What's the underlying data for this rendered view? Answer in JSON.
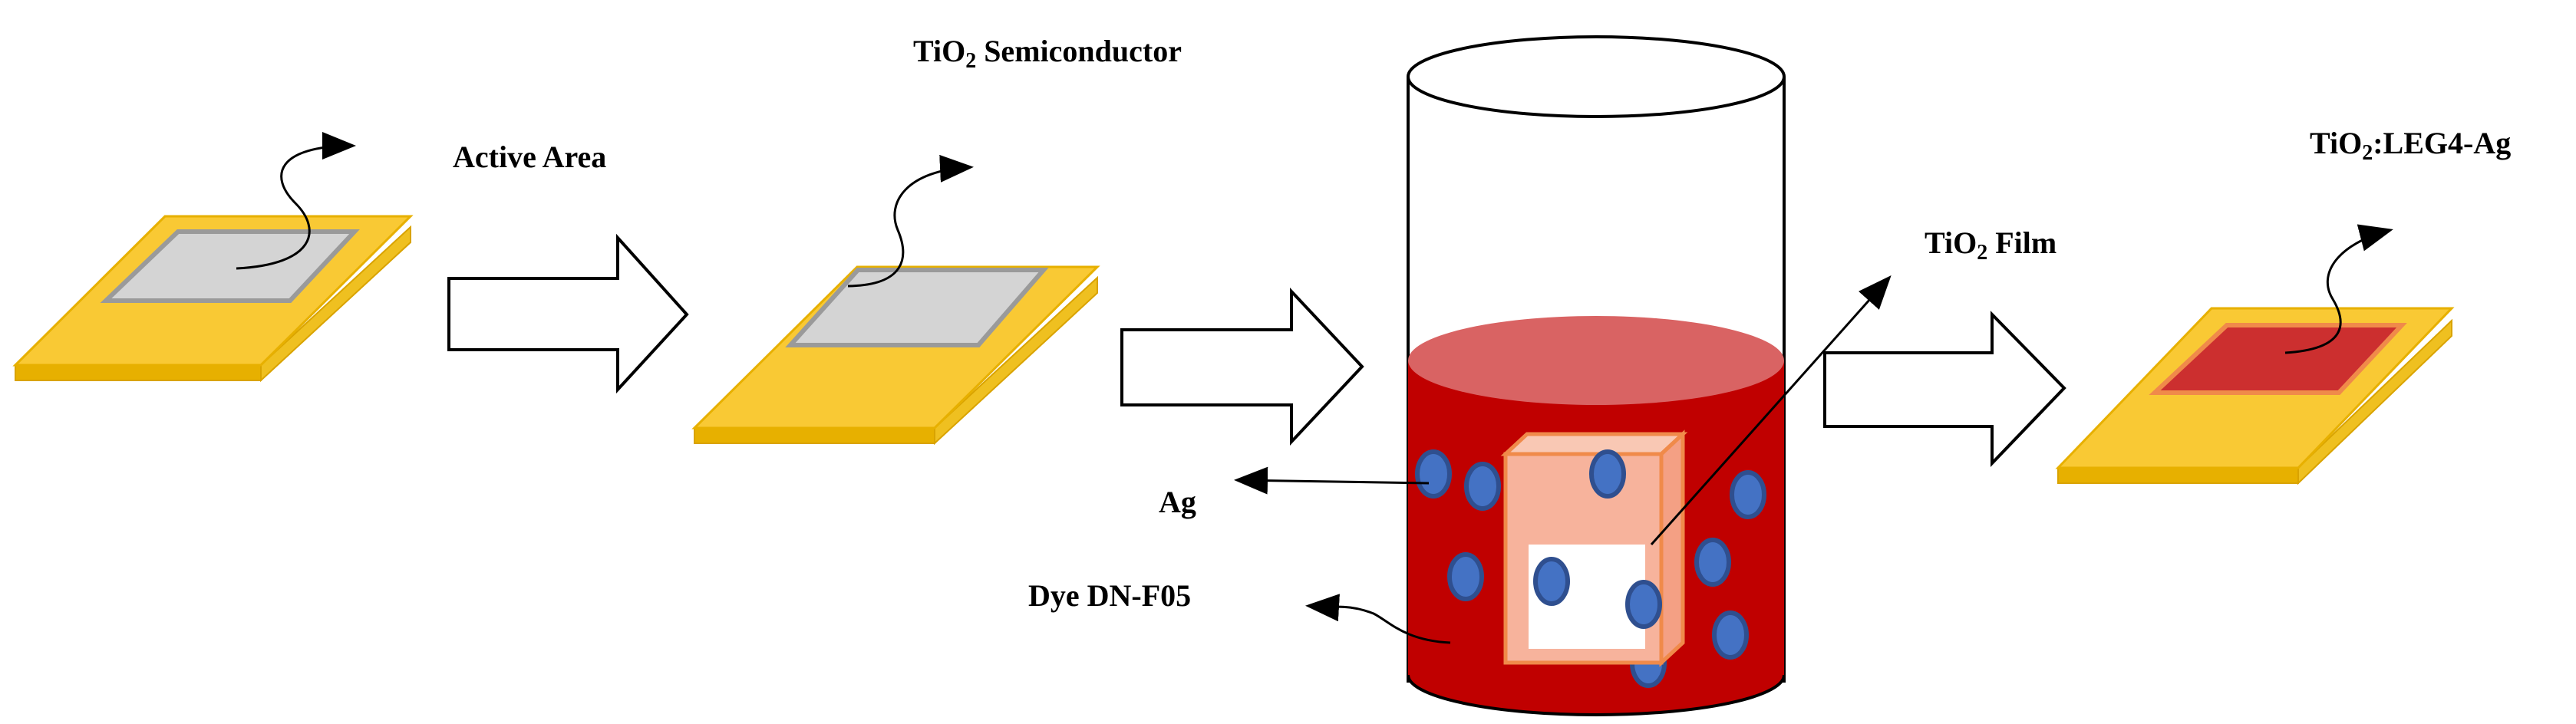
{
  "labels": {
    "active_area": "Active Area",
    "tio2_semiconductor_prefix": "TiO",
    "tio2_semiconductor_sub": "2",
    "tio2_semiconductor_suffix": " Semiconductor",
    "tio2_film_prefix": "TiO",
    "tio2_film_sub": "2",
    "tio2_film_suffix": " Film",
    "tio2_leg4_prefix": "TiO",
    "tio2_leg4_sub": "2",
    "tio2_leg4_suffix": ":LEG4-Ag",
    "ag": "Ag",
    "dye": "Dye DN-F05"
  },
  "colors": {
    "substrate_top": "#F9C934",
    "substrate_edge": "#E7B000",
    "active_area": "#D4D4D4",
    "active_area_border": "#9A9A9A",
    "final_area": "#CC2F2F",
    "final_area_border": "#F08A4A",
    "solution": "#C00000",
    "solution_surface": "#D96363",
    "ag_particle": "#4472C4",
    "ag_particle_border": "#2F4F8F",
    "film_block": "#F7B39C",
    "film_block_border": "#F08A4A"
  }
}
